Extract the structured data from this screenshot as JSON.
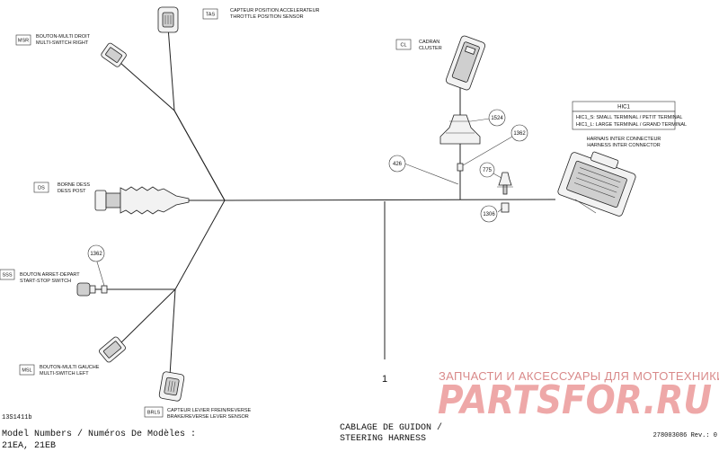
{
  "components": {
    "tas": {
      "code": "TAS",
      "label_fr": "CAPTEUR POSITION ACCELERATEUR",
      "label_en": "THROTTLE POSITION SENSOR"
    },
    "msr": {
      "code": "MSR",
      "label_fr": "BOUTON-MULTI DROIT",
      "label_en": "MULTI-SWITCH RIGHT"
    },
    "ds": {
      "code": "DS",
      "label_fr": "BORNE DESS",
      "label_en": "DESS POST"
    },
    "sss": {
      "code": "SSS",
      "label_fr": "BOUTON ARRET-DEPART",
      "label_en": "START-STOP SWITCH"
    },
    "msl": {
      "code": "MSL",
      "label_fr": "BOUTON-MULTI GAUCHE",
      "label_en": "MULTI-SWITCH LEFT"
    },
    "brls": {
      "code": "BRLS",
      "label_fr": "CAPTEUR LEVIER FREIN/REVERSE",
      "label_en": "BRAKE/REVERSE LEVER SENSOR"
    },
    "cl": {
      "code": "CL",
      "label_fr": "CADRAN",
      "label_en": "CLUSTER"
    },
    "hic1": {
      "code": "HIC1",
      "small_terminal": "HIC1_S: SMALL TERMINAL / PETIT TERMINAL",
      "large_terminal": "HIC1_L: LARGE TERMINAL / GRAND TERMINAL",
      "label_fr": "HARNAIS INTER CONNECTEUR",
      "label_en": "HARNESS INTER CONNECTOR"
    }
  },
  "callouts": {
    "grommet": "1524",
    "tie_right": "1362",
    "tie_left": "1362",
    "tape": "426",
    "post": "775",
    "nut": "1306"
  },
  "item_number": "1",
  "footer": {
    "figure_code": "13S1411b",
    "model_numbers_label": "Model Numbers / Numéros De Modèles :",
    "model_numbers": "21EA, 21EB",
    "title_fr": "CABLAGE DE GUIDON /",
    "title_en": "STEERING HARNESS",
    "doc_ref": "278003086 Rev.: 0"
  },
  "watermark": {
    "tagline": "ЗАПЧАСТИ И АКСЕССУАРЫ ДЛЯ МОТОТЕХНИКИ",
    "logo": "PARTSFOR.RU"
  }
}
